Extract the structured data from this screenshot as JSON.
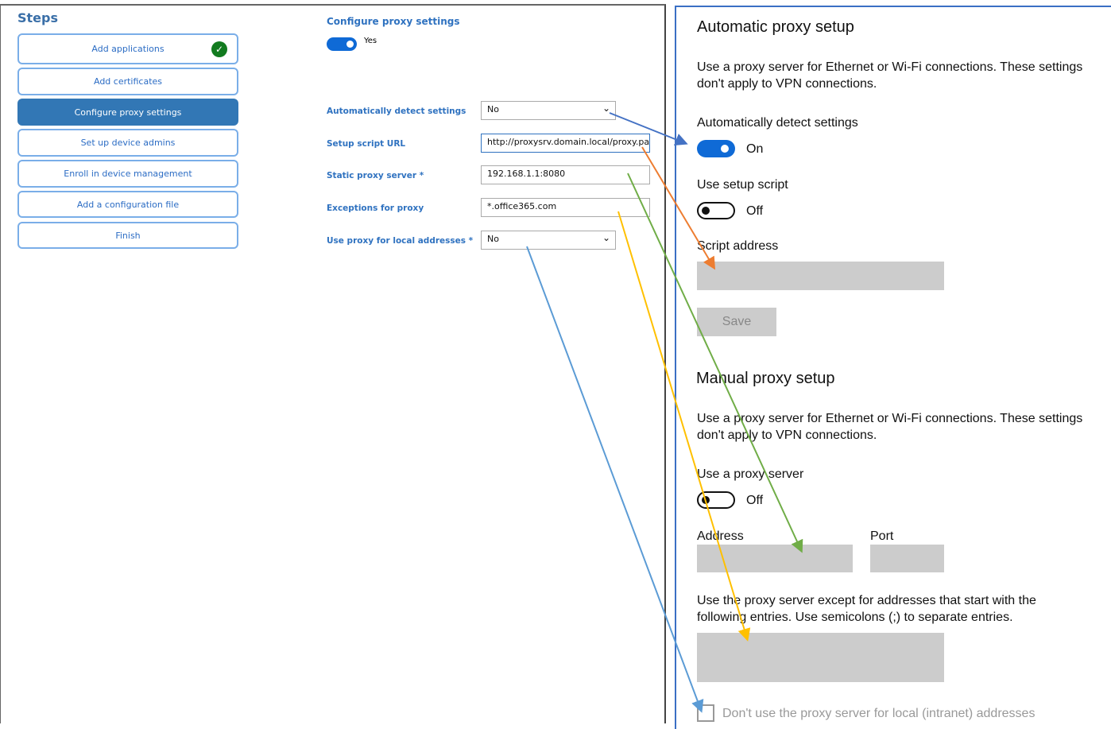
{
  "steps": {
    "title": "Steps",
    "items": [
      {
        "label": "Add applications",
        "done": true
      },
      {
        "label": "Add certificates"
      },
      {
        "label": "Configure proxy settings",
        "active": true
      },
      {
        "label": "Set up device admins"
      },
      {
        "label": "Enroll in device management"
      },
      {
        "label": "Add a configuration file"
      },
      {
        "label": "Finish"
      }
    ]
  },
  "form": {
    "title": "Configure proxy settings",
    "toggle_label": "Yes",
    "auto_detect": {
      "label": "Automatically detect settings",
      "value": "No"
    },
    "script_url": {
      "label": "Setup script URL",
      "value": "http://proxysrv.domain.local/proxy.pa"
    },
    "static_proxy": {
      "label": "Static proxy server",
      "value": "192.168.1.1:8080",
      "required": "*"
    },
    "exceptions": {
      "label": "Exceptions for proxy",
      "value": "*.office365.com"
    },
    "local": {
      "label": "Use proxy for local addresses",
      "value": "No",
      "required": "*"
    }
  },
  "windows": {
    "auto_title": "Automatic proxy setup",
    "desc": "Use a proxy server for Ethernet or Wi-Fi connections. These settings don't apply to VPN connections.",
    "auto_detect_label": "Automatically detect settings",
    "auto_detect_state": "On",
    "setup_script_label": "Use setup script",
    "setup_script_state": "Off",
    "script_address_label": "Script address",
    "save": "Save",
    "manual_title": "Manual proxy setup",
    "use_proxy_label": "Use a proxy server",
    "use_proxy_state": "Off",
    "address_label": "Address",
    "port_label": "Port",
    "exceptions_desc": "Use the proxy server except for addresses that start with the following entries. Use semicolons (;) to separate entries.",
    "local_checkbox": "Don't use the proxy server for local (intranet) addresses"
  },
  "arrow_colors": {
    "auto_detect": "#4472c4",
    "script": "#ed7d31",
    "static": "#70ad47",
    "exceptions": "#ffc000",
    "local": "#5b9bd5"
  }
}
